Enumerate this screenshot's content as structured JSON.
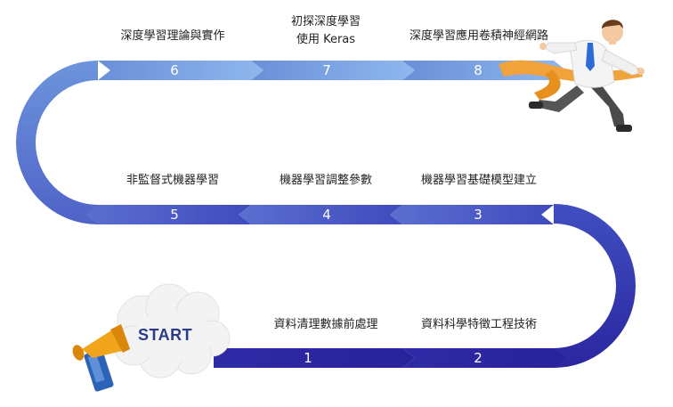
{
  "steps": [
    {
      "num": "1",
      "label": "資料清理數據前處理"
    },
    {
      "num": "2",
      "label": "資料科學特徵工程技術"
    },
    {
      "num": "3",
      "label": "機器學習基礎模型建立"
    },
    {
      "num": "4",
      "label": "機器學習調整參數"
    },
    {
      "num": "5",
      "label": "非監督式機器學習"
    },
    {
      "num": "6",
      "label": "深度學習理論與實作"
    },
    {
      "num": "7",
      "label": "初探深度學習",
      "label2": "使用 Keras"
    },
    {
      "num": "8",
      "label": "深度學習應用卷積神經網路"
    }
  ],
  "start_label": "START",
  "colors": {
    "row1": "#2b2aa0",
    "row2": "#4a5bc6",
    "row3": "#6f9ee0",
    "ribbon": "#f0a030"
  },
  "icons": [
    "megaphone-icon",
    "cloud-icon",
    "running-man-icon"
  ]
}
